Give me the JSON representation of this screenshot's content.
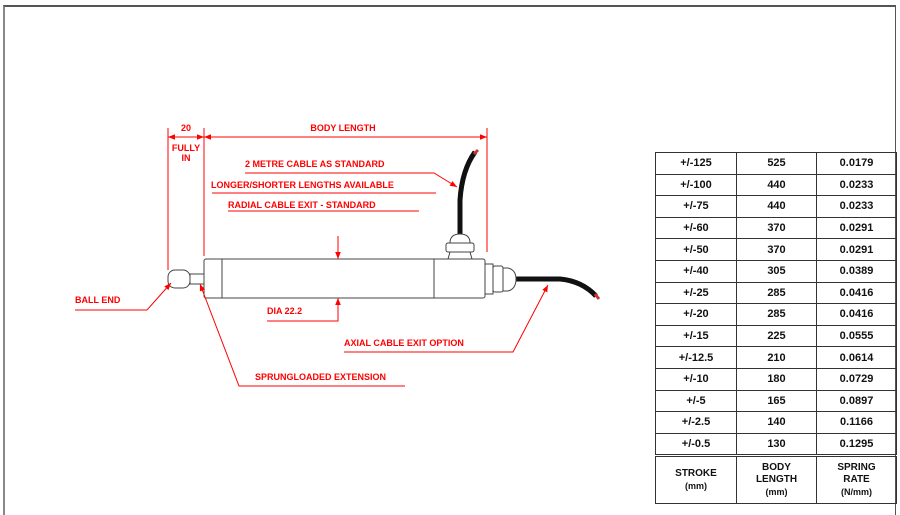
{
  "drawing": {
    "dim_fully_in_value": "20",
    "dim_fully_in_label_1": "FULLY",
    "dim_fully_in_label_2": "IN",
    "dim_body_length": "BODY LENGTH",
    "note_cable_standard": "2 METRE CABLE AS STANDARD",
    "note_lengths": "LONGER/SHORTER LENGTHS AVAILABLE",
    "note_radial": "RADIAL CABLE EXIT - STANDARD",
    "note_diameter": "DIA 22.2",
    "note_axial": "AXIAL CABLE EXIT OPTION",
    "note_sprung": "SPRUNGLOADED EXTENSION",
    "note_ball_end": "BALL END",
    "annotation_color": "#ff0000"
  },
  "table": {
    "rows": [
      [
        "+/-125",
        "525",
        "0.0179"
      ],
      [
        "+/-100",
        "440",
        "0.0233"
      ],
      [
        "+/-75",
        "440",
        "0.0233"
      ],
      [
        "+/-60",
        "370",
        "0.0291"
      ],
      [
        "+/-50",
        "370",
        "0.0291"
      ],
      [
        "+/-40",
        "305",
        "0.0389"
      ],
      [
        "+/-25",
        "285",
        "0.0416"
      ],
      [
        "+/-20",
        "285",
        "0.0416"
      ],
      [
        "+/-15",
        "225",
        "0.0555"
      ],
      [
        "+/-12.5",
        "210",
        "0.0614"
      ],
      [
        "+/-10",
        "180",
        "0.0729"
      ],
      [
        "+/-5",
        "165",
        "0.0897"
      ],
      [
        "+/-2.5",
        "140",
        "0.1166"
      ],
      [
        "+/-0.5",
        "130",
        "0.1295"
      ]
    ],
    "headers": [
      {
        "l1": "STROKE",
        "l2": "",
        "unit": "(mm)"
      },
      {
        "l1": "BODY",
        "l2": "LENGTH",
        "unit": "(mm)"
      },
      {
        "l1": "SPRING",
        "l2": "RATE",
        "unit": "(N/mm)"
      }
    ]
  }
}
